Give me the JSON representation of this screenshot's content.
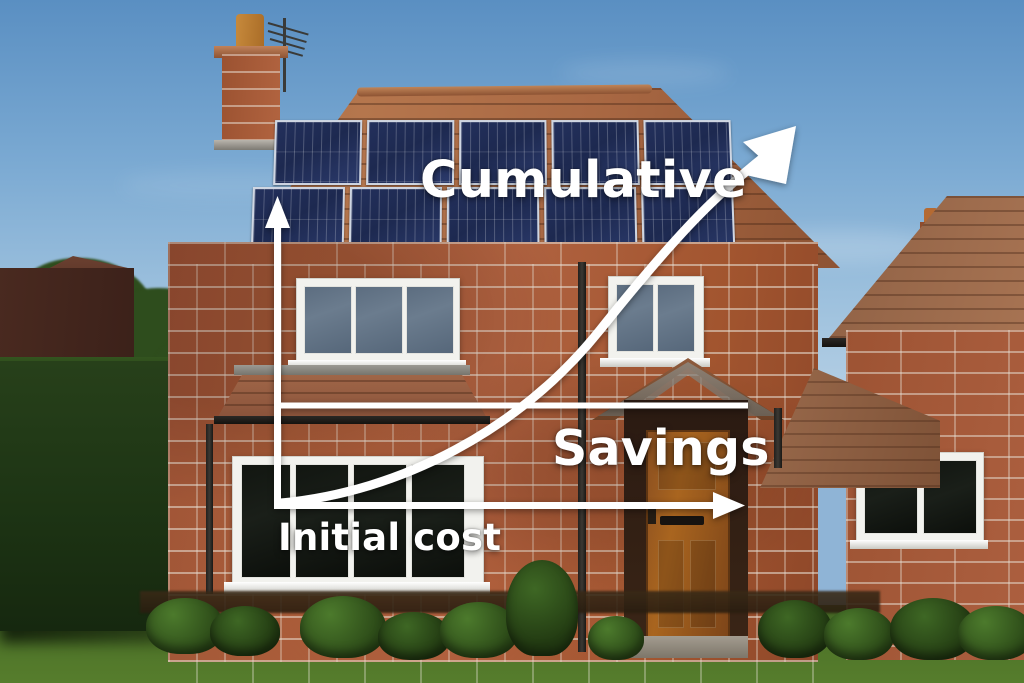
{
  "scene": {
    "title": "Solar panel payback illustration",
    "subject": "detached brick house with roof-mounted solar panels",
    "sky_color": "#7aa9d2",
    "brick_color": "#a85c39",
    "roof_color": "#a96843",
    "panel_color": "#23305c",
    "lawn_color": "#4e7329",
    "hedge_color": "#27401a",
    "door_color": "#a9651f"
  },
  "overlay": {
    "line_color": "#ffffff",
    "labels": {
      "cumulative": "Cumulative",
      "savings": "Savings",
      "initial_cost": "Initial cost"
    }
  },
  "chart_data": {
    "type": "line",
    "title": "Cumulative Savings",
    "xlabel": "",
    "ylabel": "",
    "annotations": [
      {
        "text": "Cumulative",
        "x": 420,
        "y": 155
      },
      {
        "text": "Savings",
        "x": 552,
        "y": 424
      },
      {
        "text": "Initial cost",
        "x": 278,
        "y": 519
      }
    ],
    "axes": {
      "y_axis": {
        "x": 277,
        "y_top": 200,
        "y_bottom": 505,
        "arrow": "up"
      },
      "x_axis": {
        "y": 505,
        "x_left": 277,
        "x_right": 745,
        "arrow": "right"
      },
      "reference_line": {
        "y": 405,
        "x_left": 278,
        "x_right": 748,
        "arrow": "none"
      }
    },
    "grid": false,
    "legend": "none",
    "series": [
      {
        "name": "Cumulative savings",
        "curve": "exponential",
        "points": [
          {
            "x": 0.0,
            "y": 0.0
          },
          {
            "x": 0.12,
            "y": 0.05
          },
          {
            "x": 0.25,
            "y": 0.13
          },
          {
            "x": 0.38,
            "y": 0.24
          },
          {
            "x": 0.5,
            "y": 0.38
          },
          {
            "x": 0.62,
            "y": 0.53
          },
          {
            "x": 0.75,
            "y": 0.7
          },
          {
            "x": 0.88,
            "y": 0.87
          },
          {
            "x": 1.0,
            "y": 1.0
          }
        ],
        "arrow": "up-right"
      }
    ]
  }
}
